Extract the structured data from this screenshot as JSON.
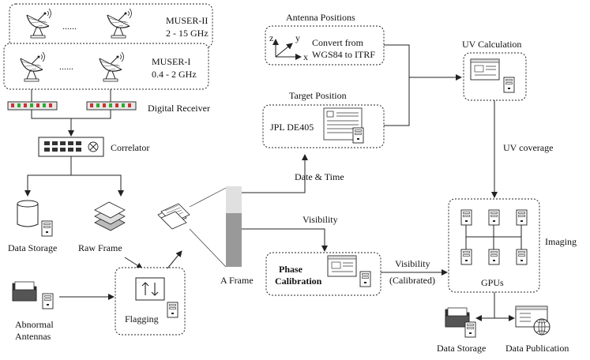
{
  "muser2": {
    "name": "MUSER-II",
    "band": "2 - 15 GHz",
    "ellipsis": "......"
  },
  "muser1": {
    "name": "MUSER-I",
    "band": "0.4 - 2 GHz",
    "ellipsis": "......"
  },
  "labels": {
    "digital_receiver": "Digital Receiver",
    "correlator": "Correlator",
    "data_storage_left": "Data Storage",
    "raw_frame": "Raw Frame",
    "abnormal_antennas_1": "Abnormal",
    "abnormal_antennas_2": "Antennas",
    "flagging": "Flagging",
    "a_frame": "A Frame",
    "date_time": "Date & Time",
    "visibility": "Visibility",
    "phase_cal_1": "Phase",
    "phase_cal_2": "Calibration",
    "visibility_cal_1": "Visibility",
    "visibility_cal_2": "(Calibrated)",
    "antenna_positions": "Antenna Positions",
    "convert_1": "Convert from",
    "convert_2": "WGS84 to ITRF",
    "axis_x": "x",
    "axis_y": "y",
    "axis_z": "z",
    "target_position": "Target Position",
    "jpl": "JPL DE405",
    "uv_calculation": "UV Calculation",
    "uv_coverage": "UV coverage",
    "imaging": "Imaging",
    "gpus": "GPUs",
    "data_storage_right": "Data Storage",
    "data_publication": "Data Publication"
  }
}
